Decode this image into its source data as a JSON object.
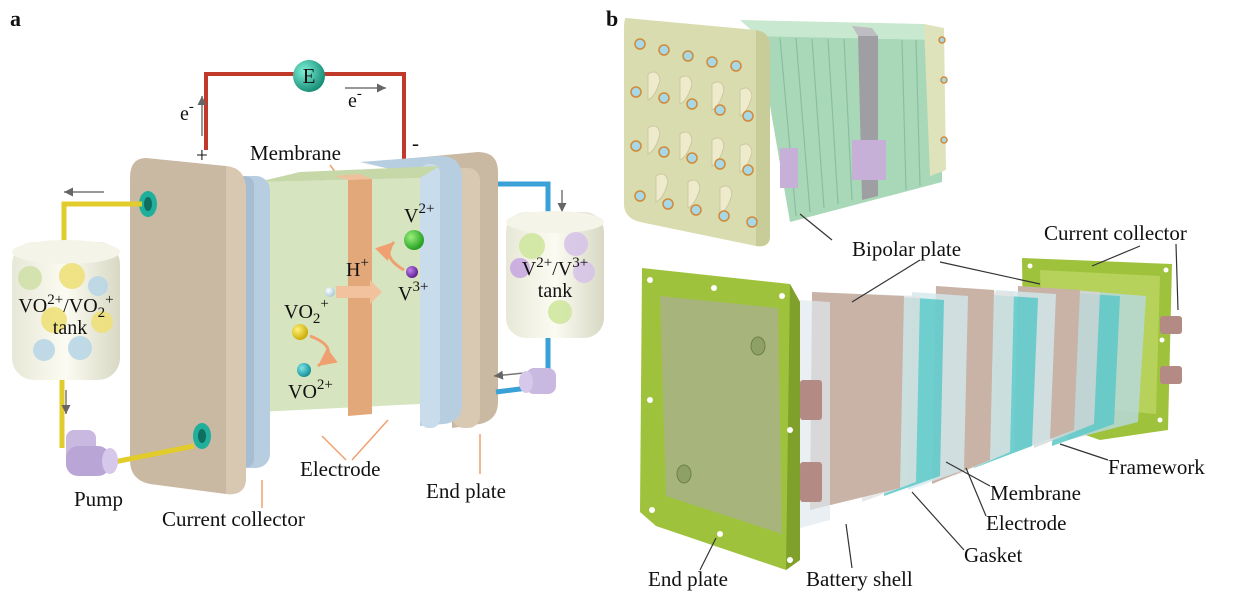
{
  "panel_a": {
    "letter": "a",
    "source_label": "E",
    "electron_left": "e",
    "electron_right": "e",
    "electron_sup": "-",
    "plus_sign": "+",
    "minus_sign": "-",
    "membrane_label": "Membrane",
    "electrode_label": "Electrode",
    "end_plate_label": "End plate",
    "current_collector_label": "Current collector",
    "pump_label": "Pump",
    "left_tank": {
      "line1_a": "VO",
      "line1_a_sup": "2+",
      "line1_sep": "/VO",
      "line1_sub": "2",
      "line1_sup": "+",
      "line2": "tank"
    },
    "right_tank": {
      "line1_a": "V",
      "line1_a_sup": "2+",
      "line1_sep": "/V",
      "line1_sup": "3+",
      "line2": "tank"
    },
    "species": {
      "v2": {
        "base": "V",
        "sup": "2+"
      },
      "v3": {
        "base": "V",
        "sup": "3+"
      },
      "h": {
        "base": "H",
        "sup": "+"
      },
      "vo2": {
        "base": "VO",
        "sub": "2",
        "sup": "+"
      },
      "vo": {
        "base": "VO",
        "sup": "2+"
      }
    },
    "colors": {
      "end_plate": "#c9b9a3",
      "collector": "#b7cde0",
      "electrode": "#d6e4bf",
      "membrane": "#e3a87a",
      "pipe_left": "#e2cc2b",
      "pipe_right": "#3aa0d6",
      "wire": "#c0392b",
      "source": "#2bb39a"
    }
  },
  "panel_b": {
    "letter": "b",
    "bipolar_plate_label": "Bipolar plate",
    "current_collector_label": "Current collector",
    "framework_label": "Framework",
    "membrane_label": "Membrane",
    "electrode_label": "Electrode",
    "gasket_label": "Gasket",
    "battery_shell_label": "Battery shell",
    "end_plate_label": "End plate",
    "colors": {
      "end_plate": "#9fc23c",
      "bipolar": "#c9b2a6",
      "electrode": "#5cc8c8",
      "stack_body": "#a9d8b8",
      "stack_plate": "#d8dcae"
    }
  }
}
